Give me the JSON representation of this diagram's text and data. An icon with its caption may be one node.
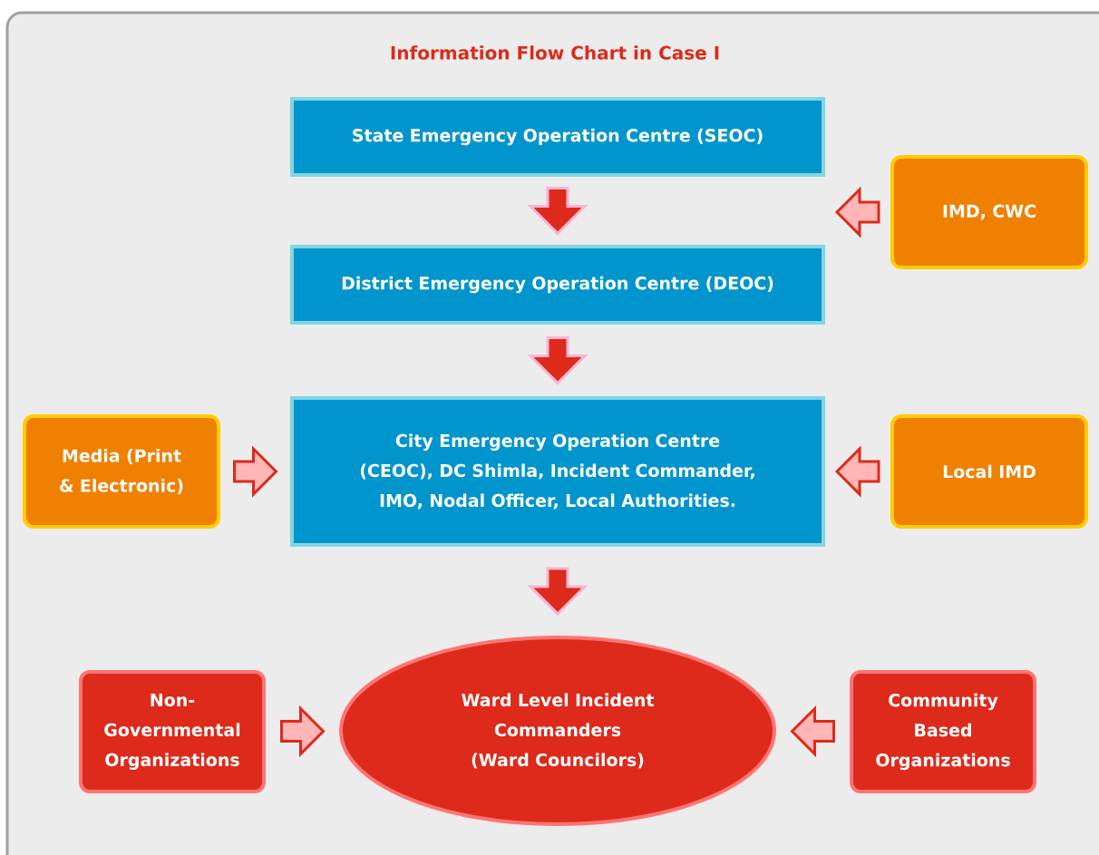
{
  "diagram": {
    "title": "Information Flow Chart in Case I",
    "nodes": [
      {
        "text": [
          "State Emergency Operation Centre (SEOC)"
        ]
      },
      {
        "text": [
          "District Emergency Operation Centre (DEOC)"
        ]
      },
      {
        "text": [
          "City Emergency Operation Centre (CEOC), DC Shimla, Incident Commander, IMO, Nodal Officer, Local Authorities."
        ]
      },
      {
        "text": [
          "IMD, CWC"
        ]
      },
      {
        "text": [
          "Media (Print & Electronic)"
        ]
      },
      {
        "text": [
          "Local IMD"
        ]
      },
      {
        "text": [
          "Ward Level Incident Commanders (Ward Councilors)"
        ]
      },
      {
        "text": [
          "Non-Governmental Organizations"
        ]
      },
      {
        "text": [
          "Community Based Organizations"
        ]
      }
    ],
    "edges": [
      {
        "from": 0,
        "to": 1,
        "arrow": "to"
      },
      {
        "from": 3,
        "to": 1,
        "arrow": "to"
      },
      {
        "from": 1,
        "to": 2,
        "arrow": "to"
      },
      {
        "from": 4,
        "to": 2,
        "arrow": "to"
      },
      {
        "from": 5,
        "to": 2,
        "arrow": "to"
      },
      {
        "from": 2,
        "to": 6,
        "arrow": "to"
      },
      {
        "from": 7,
        "to": 6,
        "arrow": "to"
      },
      {
        "from": 8,
        "to": 6,
        "arrow": "to"
      }
    ]
  }
}
